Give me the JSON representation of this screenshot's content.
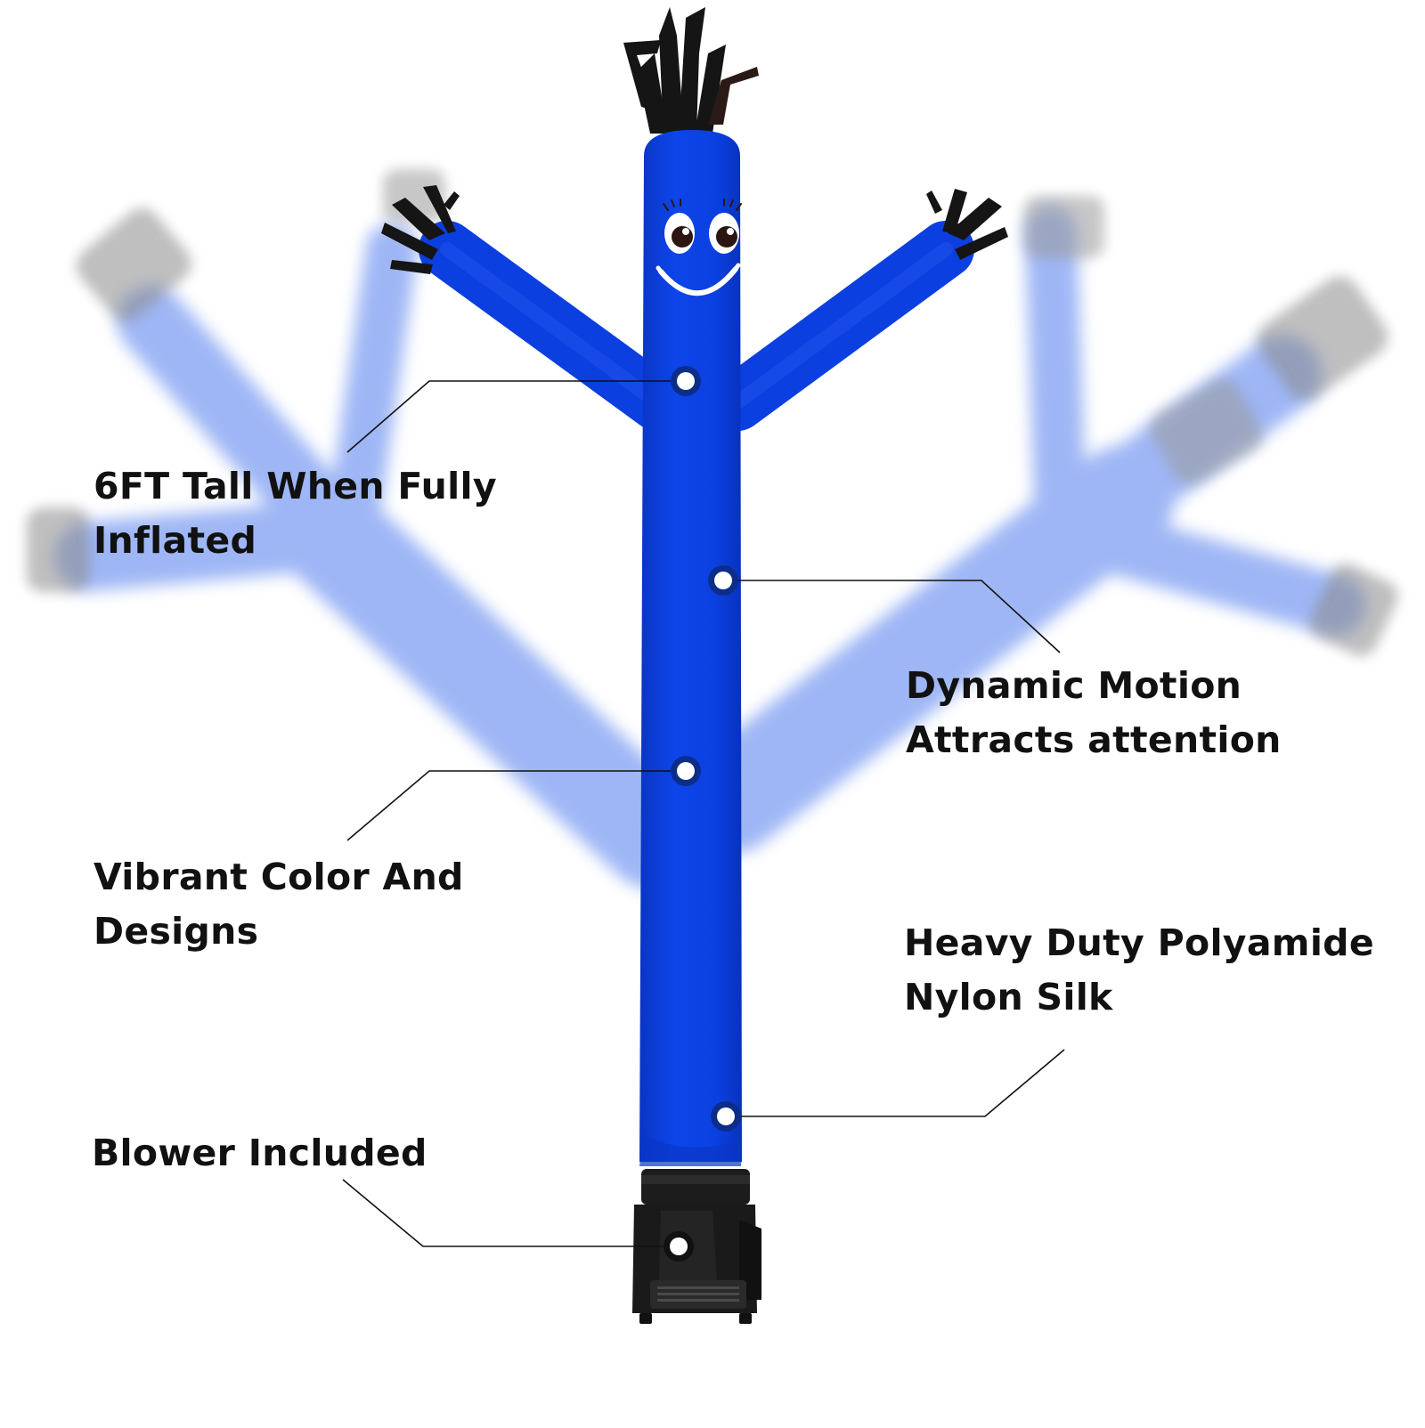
{
  "product": {
    "body_color": "#0b3fe0",
    "ghost_color": "#7f9ff2",
    "blower_color": "#1a1a1a",
    "tassel_color": "#151515",
    "leader_line_color": "#111111"
  },
  "callouts": [
    {
      "lines": [
        "6FT Tall When Fully",
        "Inflated"
      ]
    },
    {
      "lines": [
        "Dynamic Motion",
        "Attracts attention"
      ]
    },
    {
      "lines": [
        "Vibrant Color And",
        "Designs"
      ]
    },
    {
      "lines": [
        "Heavy Duty Polyamide",
        "Nylon Silk"
      ]
    },
    {
      "lines": [
        "Blower Included"
      ]
    }
  ]
}
